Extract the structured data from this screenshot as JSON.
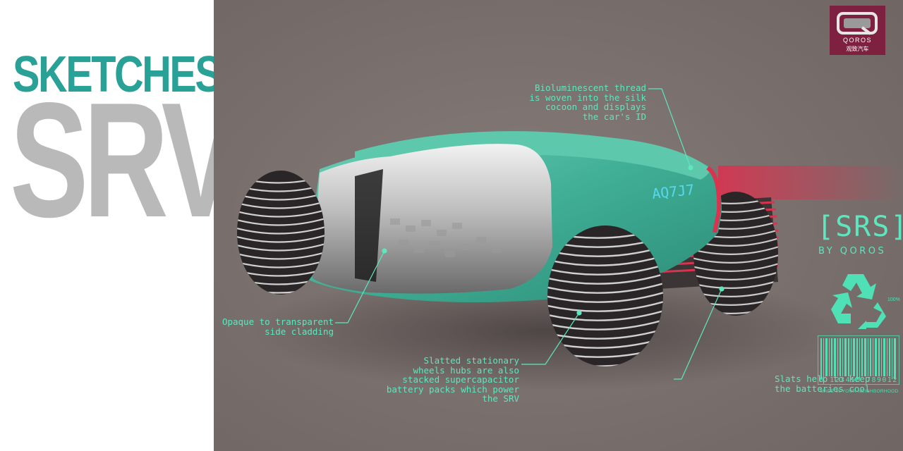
{
  "title": {
    "line1": "SKETCHES",
    "line2": "SRV"
  },
  "brand": {
    "name": "QOROS",
    "subtitle": "观致汽车",
    "mark": "SRS",
    "mark_brackets": "[SRS]",
    "by_line": "BY QOROS"
  },
  "annotations": {
    "bioluminescent": "Bioluminescent thread\nis woven into the silk\ncocoon and displays\nthe car's ID",
    "cladding": "Opaque to transparent\nside cladding",
    "wheel_hubs": "Slatted stationary\nwheels hubs are also\nstacked supercapacitor\nbattery packs which power\nthe SRV",
    "slats": "Slats help to keep\nthe batteries cool"
  },
  "car_id_text": "AQ7J7",
  "recycle": {
    "percent": "100%"
  },
  "barcode": {
    "digits": "0 123456 789012",
    "made_in": "MADE IN YOUR NEIGHBORHOOD"
  },
  "colors": {
    "teal_title": "#2aa197",
    "gray_title": "#b9b9b9",
    "background": "#7a706e",
    "car_teal": "#46b59c",
    "annotation": "#5ee6bf",
    "logo_bg": "#7e2140",
    "red_glow": "#d8334f"
  },
  "icons": {
    "logo": "qoros-logo-icon",
    "recycle": "recycle-icon",
    "barcode": "barcode-icon"
  }
}
